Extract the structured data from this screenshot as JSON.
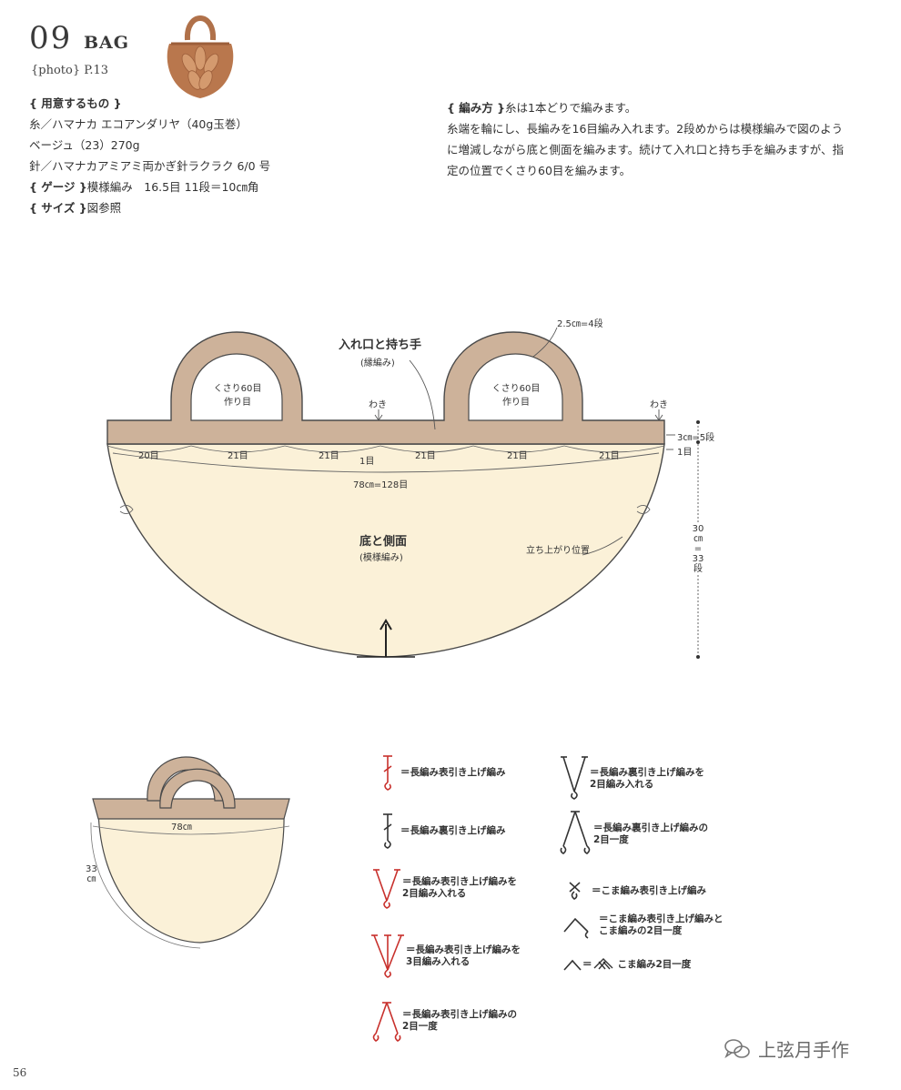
{
  "header": {
    "number": "09",
    "title": "BAG",
    "photo_ref": "{photo} P.13"
  },
  "materials": {
    "heading": "{ 用意するもの }",
    "yarn_line1": "糸／ハマナカ エコアンダリヤ（40g玉巻）",
    "yarn_line2": "ベージュ（23）270g",
    "needle": "針／ハマナカアミアミ両かぎ針ラクラク 6/0 号",
    "gauge_label": "{ ゲージ }",
    "gauge_value": "模様編み　16.5目 11段＝10㎝角",
    "size_label": "{ サイズ }",
    "size_value": "図参照"
  },
  "instructions": {
    "label": "{ 編み方 }",
    "line1": "糸は1本どりで編みます。",
    "body": "糸端を輪にし、長編みを16目編み入れます。2段めからは模様編みで図のように増減しながら底と側面を編みます。続けて入れ口と持ち手を編みますが、指定の位置でくさり60目を編みます。"
  },
  "diagram": {
    "handle_title": "入れ口と持ち手",
    "handle_sub": "(縁編み)",
    "chain_left_1": "くさり60目",
    "chain_left_2": "作り目",
    "chain_right_1": "くさり60目",
    "chain_right_2": "作り目",
    "handle_width": "2.5㎝=4段",
    "waki_1": "わき",
    "waki_2": "わき",
    "rim_height": "3㎝=5段",
    "one_row_a": "1目",
    "one_row_b": "1目",
    "seg_1": "20目",
    "seg_2": "21目",
    "seg_3": "21目",
    "seg_4": "21目",
    "seg_5": "21目",
    "seg_6": "21目",
    "total_width": "78㎝=128目",
    "body_title": "底と側面",
    "body_sub": "(模様編み)",
    "start_pos": "立ち上がり位置",
    "height_1": "30",
    "height_2": "㎝",
    "height_3": "=",
    "height_4": "33",
    "height_5": "段"
  },
  "finished": {
    "width": "78㎝",
    "height_1": "33",
    "height_2": "㎝"
  },
  "symbols": [
    {
      "text1": "＝長編み表引き上げ編み",
      "text2": ""
    },
    {
      "text1": "＝長編み裏引き上げ編み",
      "text2": ""
    },
    {
      "text1": "＝長編み表引き上げ編みを",
      "text2": "2目編み入れる"
    },
    {
      "text1": "＝長編み表引き上げ編みを",
      "text2": "3目編み入れる"
    },
    {
      "text1": "＝長編み表引き上げ編みの",
      "text2": "2目一度"
    },
    {
      "text1": "＝長編み裏引き上げ編みを",
      "text2": "2目編み入れる"
    },
    {
      "text1": "＝長編み裏引き上げ編みの",
      "text2": "2目一度"
    },
    {
      "text1": "＝こま編み表引き上げ編み",
      "text2": ""
    },
    {
      "text1": "＝こま編み表引き上げ編みと",
      "text2": "こま編みの2目一度"
    },
    {
      "text1": "＝",
      "text2": "こま編み2目一度"
    }
  ],
  "footer": {
    "page": "56",
    "watermark": "上弦月手作"
  },
  "colors": {
    "handle_fill": "#cdb29a",
    "body_fill": "#fbf1d8",
    "outline": "#4a4a4a",
    "symbol_red": "#c8302c",
    "symbol_dark": "#333333"
  }
}
